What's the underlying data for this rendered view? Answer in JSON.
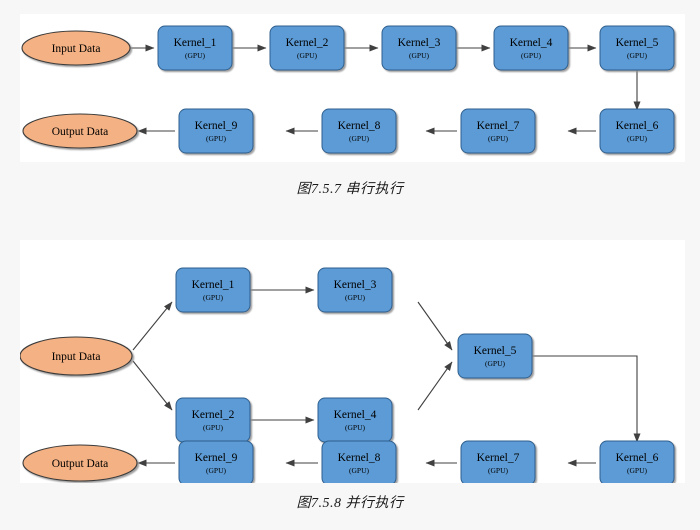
{
  "page": {
    "background_color": "#f7f7f8",
    "panel_color": "#ffffff"
  },
  "palette": {
    "kernel_fill": "#5B9BD5",
    "kernel_stroke": "#2E5E8E",
    "data_fill": "#F4B183",
    "data_stroke": "#3a3a3a",
    "arrow_color": "#404040",
    "shadow_color": "#9a9a9a"
  },
  "figures": [
    {
      "id": "serial",
      "caption": "图7.5.7 串行执行",
      "nodes": [
        {
          "name": "input-data",
          "shape": "ellipse",
          "label": "Input Data",
          "sublabel": ""
        },
        {
          "name": "kernel-1",
          "shape": "box",
          "label": "Kernel_1",
          "sublabel": "(GPU)"
        },
        {
          "name": "kernel-2",
          "shape": "box",
          "label": "Kernel_2",
          "sublabel": "(GPU)"
        },
        {
          "name": "kernel-3",
          "shape": "box",
          "label": "Kernel_3",
          "sublabel": "(GPU)"
        },
        {
          "name": "kernel-4",
          "shape": "box",
          "label": "Kernel_4",
          "sublabel": "(GPU)"
        },
        {
          "name": "kernel-5",
          "shape": "box",
          "label": "Kernel_5",
          "sublabel": "(GPU)"
        },
        {
          "name": "kernel-6",
          "shape": "box",
          "label": "Kernel_6",
          "sublabel": "(GPU)"
        },
        {
          "name": "kernel-7",
          "shape": "box",
          "label": "Kernel_7",
          "sublabel": "(GPU)"
        },
        {
          "name": "kernel-8",
          "shape": "box",
          "label": "Kernel_8",
          "sublabel": "(GPU)"
        },
        {
          "name": "kernel-9",
          "shape": "box",
          "label": "Kernel_9",
          "sublabel": "(GPU)"
        },
        {
          "name": "output-data",
          "shape": "ellipse",
          "label": "Output Data",
          "sublabel": ""
        }
      ],
      "edges": [
        "Input Data -> Kernel_1",
        "Kernel_1 -> Kernel_2",
        "Kernel_2 -> Kernel_3",
        "Kernel_3 -> Kernel_4",
        "Kernel_4 -> Kernel_5",
        "Kernel_5 -> Kernel_6",
        "Kernel_6 -> Kernel_7",
        "Kernel_7 -> Kernel_8",
        "Kernel_8 -> Kernel_9",
        "Kernel_9 -> Output Data"
      ]
    },
    {
      "id": "parallel",
      "caption": "图7.5.8 并行执行",
      "nodes": [
        {
          "name": "input-data",
          "shape": "ellipse",
          "label": "Input Data",
          "sublabel": ""
        },
        {
          "name": "kernel-1",
          "shape": "box",
          "label": "Kernel_1",
          "sublabel": "(GPU)"
        },
        {
          "name": "kernel-2",
          "shape": "box",
          "label": "Kernel_2",
          "sublabel": "(GPU)"
        },
        {
          "name": "kernel-3",
          "shape": "box",
          "label": "Kernel_3",
          "sublabel": "(GPU)"
        },
        {
          "name": "kernel-4",
          "shape": "box",
          "label": "Kernel_4",
          "sublabel": "(GPU)"
        },
        {
          "name": "kernel-5",
          "shape": "box",
          "label": "Kernel_5",
          "sublabel": "(GPU)"
        },
        {
          "name": "kernel-6",
          "shape": "box",
          "label": "Kernel_6",
          "sublabel": "(GPU)"
        },
        {
          "name": "kernel-7",
          "shape": "box",
          "label": "Kernel_7",
          "sublabel": "(GPU)"
        },
        {
          "name": "kernel-8",
          "shape": "box",
          "label": "Kernel_8",
          "sublabel": "(GPU)"
        },
        {
          "name": "kernel-9",
          "shape": "box",
          "label": "Kernel_9",
          "sublabel": "(GPU)"
        },
        {
          "name": "output-data",
          "shape": "ellipse",
          "label": "Output Data",
          "sublabel": ""
        }
      ],
      "edges": [
        "Input Data -> Kernel_1",
        "Input Data -> Kernel_2",
        "Kernel_1 -> Kernel_3",
        "Kernel_2 -> Kernel_4",
        "Kernel_3 -> Kernel_5",
        "Kernel_4 -> Kernel_5",
        "Kernel_5 -> Kernel_6",
        "Kernel_6 -> Kernel_7",
        "Kernel_7 -> Kernel_8",
        "Kernel_8 -> Kernel_9",
        "Kernel_9 -> Output Data"
      ]
    }
  ]
}
